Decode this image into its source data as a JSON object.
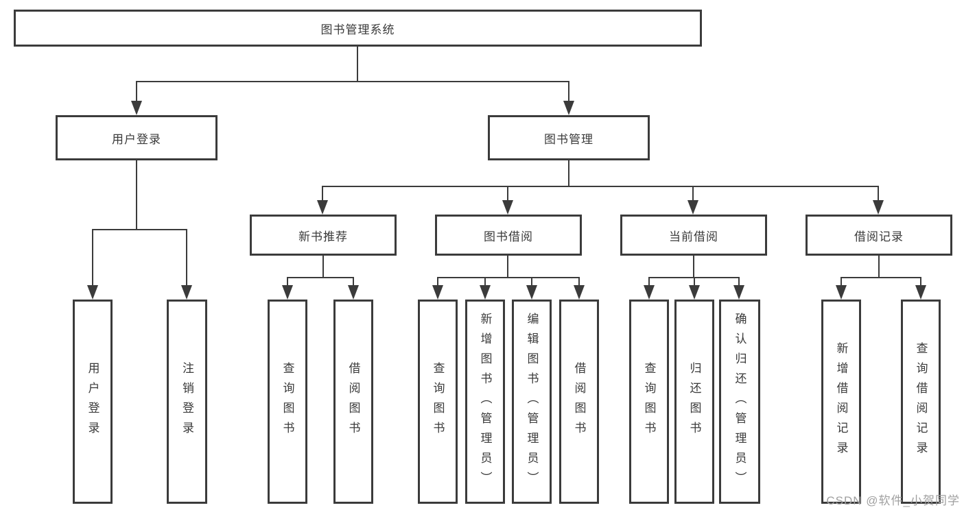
{
  "diagram": {
    "root": {
      "label": "图书管理系统"
    },
    "branches": [
      {
        "label": "用户登录",
        "children": [
          {
            "label": "用户登录"
          },
          {
            "label": "注销登录"
          }
        ]
      },
      {
        "label": "图书管理",
        "children": [
          {
            "label": "新书推荐",
            "children": [
              {
                "label": "查询图书"
              },
              {
                "label": "借阅图书"
              }
            ]
          },
          {
            "label": "图书借阅",
            "children": [
              {
                "label": "查询图书"
              },
              {
                "label": "新增图书（管理员）"
              },
              {
                "label": "编辑图书（管理员）"
              },
              {
                "label": "借阅图书"
              }
            ]
          },
          {
            "label": "当前借阅",
            "children": [
              {
                "label": "查询图书"
              },
              {
                "label": "归还图书"
              },
              {
                "label": "确认归还（管理员）"
              }
            ]
          },
          {
            "label": "借阅记录",
            "children": [
              {
                "label": "新增借阅记录"
              },
              {
                "label": "查询借阅记录"
              }
            ]
          }
        ]
      }
    ]
  },
  "watermark": {
    "text": "CSDN @软件_小贺同学"
  },
  "colors": {
    "line": "#3b3b3b",
    "text": "#3a3a3a",
    "watermark": "#a0a0a0",
    "background": "#ffffff"
  }
}
